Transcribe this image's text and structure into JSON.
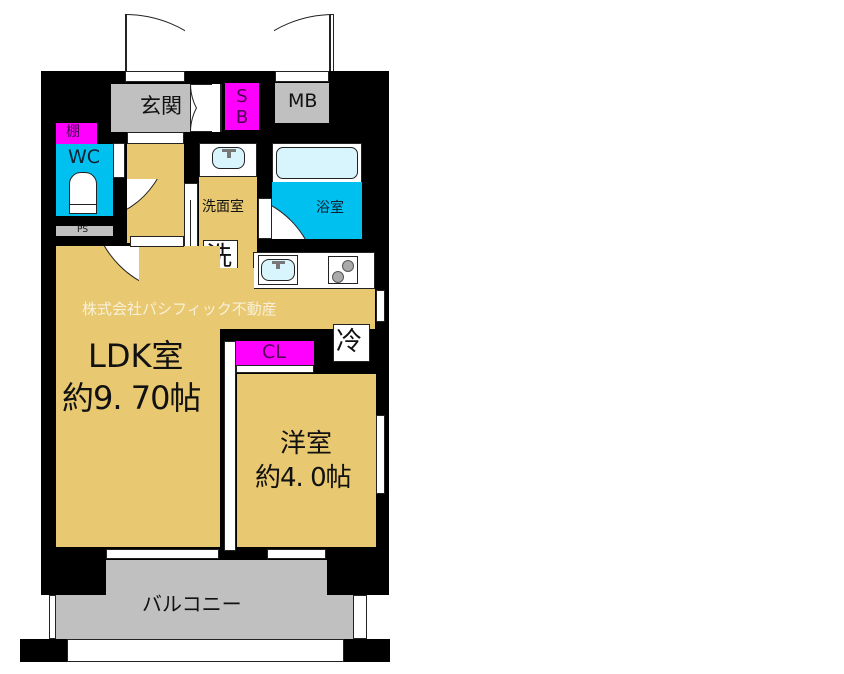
{
  "floor_plan": {
    "rooms": {
      "genkan": "玄関",
      "sb": "S B",
      "mb": "MB",
      "tana": "棚",
      "wc": "WC",
      "ps": "PS",
      "senmenshitsu": "洗面室",
      "yokushitsu": "浴室",
      "sentakuki": "洗",
      "reizoko": "冷",
      "closet": "CL",
      "ldk_name": "LDK室",
      "ldk_size": "約9. 70帖",
      "youshitsu_name": "洋室",
      "youshitsu_size": "約4. 0帖",
      "balcony": "バルコニー"
    },
    "watermark": "株式会社パシフィック不動産",
    "colors": {
      "wall": "#000000",
      "floor_wood": "#e8c870",
      "wet_area": "#00c0f0",
      "storage": "#ff00ff",
      "entrance": "#c0c0c0",
      "balcony": "#c0c0c0"
    }
  }
}
